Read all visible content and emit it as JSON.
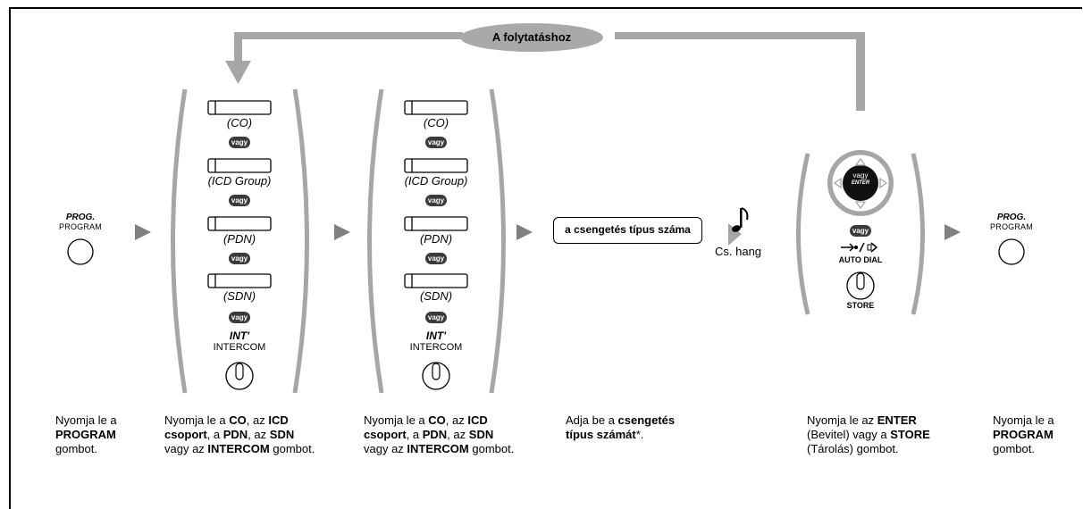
{
  "continue_label": "A folytatáshoz",
  "steps": {
    "program_start": {
      "label_top": "PROG.",
      "label_bottom": "PROGRAM",
      "desc_lines": [
        [
          "Nyomja le a",
          ""
        ],
        [
          "",
          "PROGRAM"
        ],
        [
          "gombot.",
          ""
        ]
      ]
    },
    "line_keys_1": {
      "keys": [
        "(CO)",
        "(ICD Group)",
        "(PDN)",
        "(SDN)"
      ],
      "or": "vagy",
      "intercom_top": "INT'",
      "intercom_bottom": "INTERCOM",
      "desc_line1_a": "Nyomja le a ",
      "desc_line1_b": "CO",
      "desc_line1_c": ", az ",
      "desc_line1_d": "ICD",
      "desc_line2_a": "csoport",
      "desc_line2_b": ", a ",
      "desc_line2_c": "PDN",
      "desc_line2_d": ", az ",
      "desc_line2_e": "SDN",
      "desc_line3_a": "vagy az ",
      "desc_line3_b": "INTERCOM",
      "desc_line3_c": " gombot."
    },
    "ring_type": {
      "box_label": "a csengetés típus száma",
      "desc_line1_a": "Adja be a ",
      "desc_line1_b": "csengetés",
      "desc_line2_a": "típus számát",
      "desc_line2_b": "*."
    },
    "tone": {
      "label": "Cs. hang"
    },
    "store": {
      "enter_vagy": "vagy",
      "enter_label": "ENTER",
      "or": "vagy",
      "auto_dial": "AUTO DIAL",
      "store_label": "STORE",
      "desc_line1_a": "Nyomja le az ",
      "desc_line1_b": "ENTER",
      "desc_line2": "(Bevitel) vagy a ",
      "desc_line2_b": "STORE",
      "desc_line3": "(Tárolás) gombot."
    },
    "program_end": {
      "label_top": "PROG.",
      "label_bottom": "PROGRAM",
      "desc_line1": "Nyomja le a",
      "desc_line2": "PROGRAM",
      "desc_line3": "gombot."
    }
  },
  "colors": {
    "arrow_gray": "#a6a6a6",
    "bracket_gray": "#a6a6a6",
    "dark_oval": "#3a3a3a"
  }
}
